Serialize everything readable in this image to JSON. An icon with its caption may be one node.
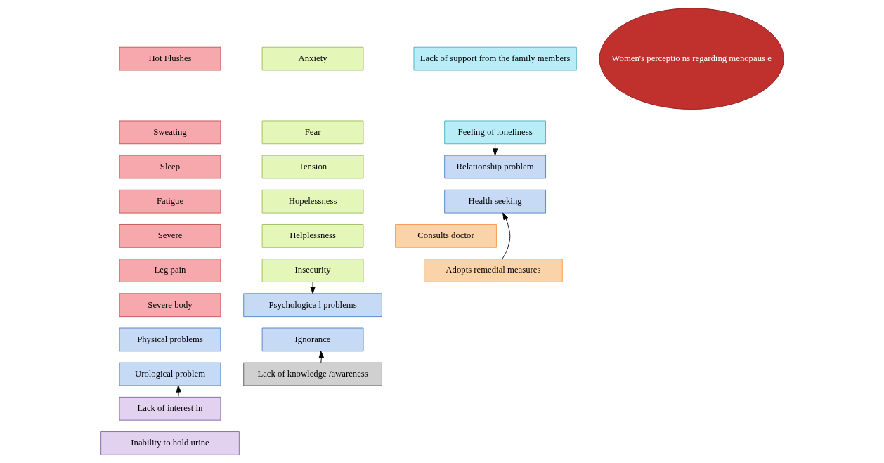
{
  "diagram": {
    "nodes": [
      {
        "text": [
          "Hot Flushes"
        ]
      },
      {
        "text": [
          "Sweating"
        ]
      },
      {
        "text": [
          "Sleep"
        ]
      },
      {
        "text": [
          "Fatigue"
        ]
      },
      {
        "text": [
          "Severe"
        ]
      },
      {
        "text": [
          "Leg pain"
        ]
      },
      {
        "text": [
          "Severe body"
        ]
      },
      {
        "text": [
          "Anxiety"
        ]
      },
      {
        "text": [
          "Fear"
        ]
      },
      {
        "text": [
          "Tension"
        ]
      },
      {
        "text": [
          "Hopelessness"
        ]
      },
      {
        "text": [
          "Helplessness"
        ]
      },
      {
        "text": [
          "Insecurity"
        ]
      },
      {
        "text": [
          "Lack of support from the family members"
        ]
      },
      {
        "text": [
          "Feeling of loneliness"
        ]
      },
      {
        "text": [
          "Relationship problem"
        ]
      },
      {
        "text": [
          "Women's perceptio ns regarding menopaus e"
        ]
      },
      {
        "text": [
          "Physical problems"
        ]
      },
      {
        "text": [
          "Psychologica l problems"
        ]
      },
      {
        "text": [
          "Urological problem"
        ]
      },
      {
        "text": [
          "Ignorance"
        ]
      },
      {
        "text": [
          "Health seeking"
        ]
      },
      {
        "text": [
          "Lack of interest in"
        ]
      },
      {
        "text": [
          "Consults doctor"
        ]
      },
      {
        "text": [
          "Lack of knowledge /awareness"
        ]
      },
      {
        "text": [
          "Adopts remedial measures"
        ]
      },
      {
        "text": [
          "Inability to hold urine"
        ]
      }
    ],
    "edges": [
      {
        "from": 14,
        "to": 15,
        "arrow": "to"
      },
      {
        "from": 12,
        "to": 18,
        "arrow": "to"
      },
      {
        "from": 22,
        "to": 19,
        "arrow": "to"
      },
      {
        "from": 24,
        "to": 20,
        "arrow": "to"
      },
      {
        "from": 25,
        "to": 21,
        "arrow": "to"
      }
    ]
  }
}
